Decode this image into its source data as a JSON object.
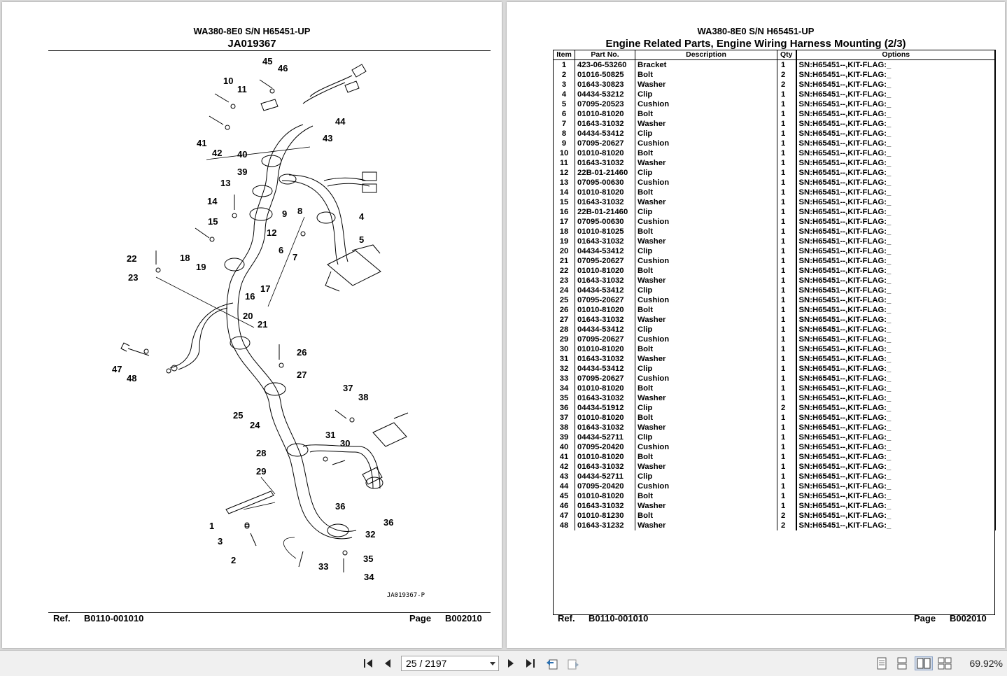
{
  "left_page": {
    "model": "WA380-8E0 S/N H65451-UP",
    "code": "JA019367",
    "figure_id": "JA019367-P",
    "ref_label": "Ref.",
    "ref_value": "B0110-001010",
    "page_label": "Page",
    "page_value": "B002010",
    "callouts": [
      "45",
      "46",
      "10",
      "11",
      "44",
      "43",
      "41",
      "42",
      "40",
      "39",
      "13",
      "9",
      "8",
      "4",
      "14",
      "15",
      "12",
      "6",
      "7",
      "5",
      "18",
      "19",
      "22",
      "23",
      "17",
      "16",
      "20",
      "21",
      "26",
      "27",
      "47",
      "48",
      "37",
      "38",
      "25",
      "24",
      "31",
      "30",
      "28",
      "29",
      "36",
      "36",
      "1",
      "32",
      "3",
      "35",
      "2",
      "33",
      "34"
    ]
  },
  "right_page": {
    "model": "WA380-8E0 S/N H65451-UP",
    "title": "Engine Related Parts, Engine Wiring Harness Mounting (2/3)",
    "columns": [
      "Item",
      "Part No.",
      "Description",
      "Qty",
      "Options"
    ],
    "rows": [
      [
        "1",
        "423-06-53260",
        "Bracket",
        "1",
        "SN:H65451--,KIT-FLAG:_"
      ],
      [
        "2",
        "01016-50825",
        "Bolt",
        "2",
        "SN:H65451--,KIT-FLAG:_"
      ],
      [
        "3",
        "01643-30823",
        "Washer",
        "2",
        "SN:H65451--,KIT-FLAG:_"
      ],
      [
        "4",
        "04434-53212",
        "Clip",
        "1",
        "SN:H65451--,KIT-FLAG:_"
      ],
      [
        "5",
        "07095-20523",
        "Cushion",
        "1",
        "SN:H65451--,KIT-FLAG:_"
      ],
      [
        "6",
        "01010-81020",
        "Bolt",
        "1",
        "SN:H65451--,KIT-FLAG:_"
      ],
      [
        "7",
        "01643-31032",
        "Washer",
        "1",
        "SN:H65451--,KIT-FLAG:_"
      ],
      [
        "8",
        "04434-53412",
        "Clip",
        "1",
        "SN:H65451--,KIT-FLAG:_"
      ],
      [
        "9",
        "07095-20627",
        "Cushion",
        "1",
        "SN:H65451--,KIT-FLAG:_"
      ],
      [
        "10",
        "01010-81020",
        "Bolt",
        "1",
        "SN:H65451--,KIT-FLAG:_"
      ],
      [
        "11",
        "01643-31032",
        "Washer",
        "1",
        "SN:H65451--,KIT-FLAG:_"
      ],
      [
        "12",
        "22B-01-21460",
        "Clip",
        "1",
        "SN:H65451--,KIT-FLAG:_"
      ],
      [
        "13",
        "07095-00630",
        "Cushion",
        "1",
        "SN:H65451--,KIT-FLAG:_"
      ],
      [
        "14",
        "01010-81020",
        "Bolt",
        "1",
        "SN:H65451--,KIT-FLAG:_"
      ],
      [
        "15",
        "01643-31032",
        "Washer",
        "1",
        "SN:H65451--,KIT-FLAG:_"
      ],
      [
        "16",
        "22B-01-21460",
        "Clip",
        "1",
        "SN:H65451--,KIT-FLAG:_"
      ],
      [
        "17",
        "07095-00630",
        "Cushion",
        "1",
        "SN:H65451--,KIT-FLAG:_"
      ],
      [
        "18",
        "01010-81025",
        "Bolt",
        "1",
        "SN:H65451--,KIT-FLAG:_"
      ],
      [
        "19",
        "01643-31032",
        "Washer",
        "1",
        "SN:H65451--,KIT-FLAG:_"
      ],
      [
        "20",
        "04434-53412",
        "Clip",
        "1",
        "SN:H65451--,KIT-FLAG:_"
      ],
      [
        "21",
        "07095-20627",
        "Cushion",
        "1",
        "SN:H65451--,KIT-FLAG:_"
      ],
      [
        "22",
        "01010-81020",
        "Bolt",
        "1",
        "SN:H65451--,KIT-FLAG:_"
      ],
      [
        "23",
        "01643-31032",
        "Washer",
        "1",
        "SN:H65451--,KIT-FLAG:_"
      ],
      [
        "24",
        "04434-53412",
        "Clip",
        "1",
        "SN:H65451--,KIT-FLAG:_"
      ],
      [
        "25",
        "07095-20627",
        "Cushion",
        "1",
        "SN:H65451--,KIT-FLAG:_"
      ],
      [
        "26",
        "01010-81020",
        "Bolt",
        "1",
        "SN:H65451--,KIT-FLAG:_"
      ],
      [
        "27",
        "01643-31032",
        "Washer",
        "1",
        "SN:H65451--,KIT-FLAG:_"
      ],
      [
        "28",
        "04434-53412",
        "Clip",
        "1",
        "SN:H65451--,KIT-FLAG:_"
      ],
      [
        "29",
        "07095-20627",
        "Cushion",
        "1",
        "SN:H65451--,KIT-FLAG:_"
      ],
      [
        "30",
        "01010-81020",
        "Bolt",
        "1",
        "SN:H65451--,KIT-FLAG:_"
      ],
      [
        "31",
        "01643-31032",
        "Washer",
        "1",
        "SN:H65451--,KIT-FLAG:_"
      ],
      [
        "32",
        "04434-53412",
        "Clip",
        "1",
        "SN:H65451--,KIT-FLAG:_"
      ],
      [
        "33",
        "07095-20627",
        "Cushion",
        "1",
        "SN:H65451--,KIT-FLAG:_"
      ],
      [
        "34",
        "01010-81020",
        "Bolt",
        "1",
        "SN:H65451--,KIT-FLAG:_"
      ],
      [
        "35",
        "01643-31032",
        "Washer",
        "1",
        "SN:H65451--,KIT-FLAG:_"
      ],
      [
        "36",
        "04434-51912",
        "Clip",
        "2",
        "SN:H65451--,KIT-FLAG:_"
      ],
      [
        "37",
        "01010-81020",
        "Bolt",
        "1",
        "SN:H65451--,KIT-FLAG:_"
      ],
      [
        "38",
        "01643-31032",
        "Washer",
        "1",
        "SN:H65451--,KIT-FLAG:_"
      ],
      [
        "39",
        "04434-52711",
        "Clip",
        "1",
        "SN:H65451--,KIT-FLAG:_"
      ],
      [
        "40",
        "07095-20420",
        "Cushion",
        "1",
        "SN:H65451--,KIT-FLAG:_"
      ],
      [
        "41",
        "01010-81020",
        "Bolt",
        "1",
        "SN:H65451--,KIT-FLAG:_"
      ],
      [
        "42",
        "01643-31032",
        "Washer",
        "1",
        "SN:H65451--,KIT-FLAG:_"
      ],
      [
        "43",
        "04434-52711",
        "Clip",
        "1",
        "SN:H65451--,KIT-FLAG:_"
      ],
      [
        "44",
        "07095-20420",
        "Cushion",
        "1",
        "SN:H65451--,KIT-FLAG:_"
      ],
      [
        "45",
        "01010-81020",
        "Bolt",
        "1",
        "SN:H65451--,KIT-FLAG:_"
      ],
      [
        "46",
        "01643-31032",
        "Washer",
        "1",
        "SN:H65451--,KIT-FLAG:_"
      ],
      [
        "47",
        "01010-81230",
        "Bolt",
        "2",
        "SN:H65451--,KIT-FLAG:_"
      ],
      [
        "48",
        "01643-31232",
        "Washer",
        "2",
        "SN:H65451--,KIT-FLAG:_"
      ]
    ],
    "ref_label": "Ref.",
    "ref_value": "B0110-001010",
    "page_label": "Page",
    "page_value": "B002010"
  },
  "toolbar": {
    "page_indicator": "25 / 2197",
    "zoom": "69.92%",
    "icons": [
      "first-page-icon",
      "prev-page-icon",
      "next-page-icon",
      "last-page-icon",
      "go-back-icon",
      "go-forward-icon",
      "single-page-view-icon",
      "continuous-view-icon",
      "two-page-view-icon",
      "two-page-continuous-icon"
    ]
  }
}
